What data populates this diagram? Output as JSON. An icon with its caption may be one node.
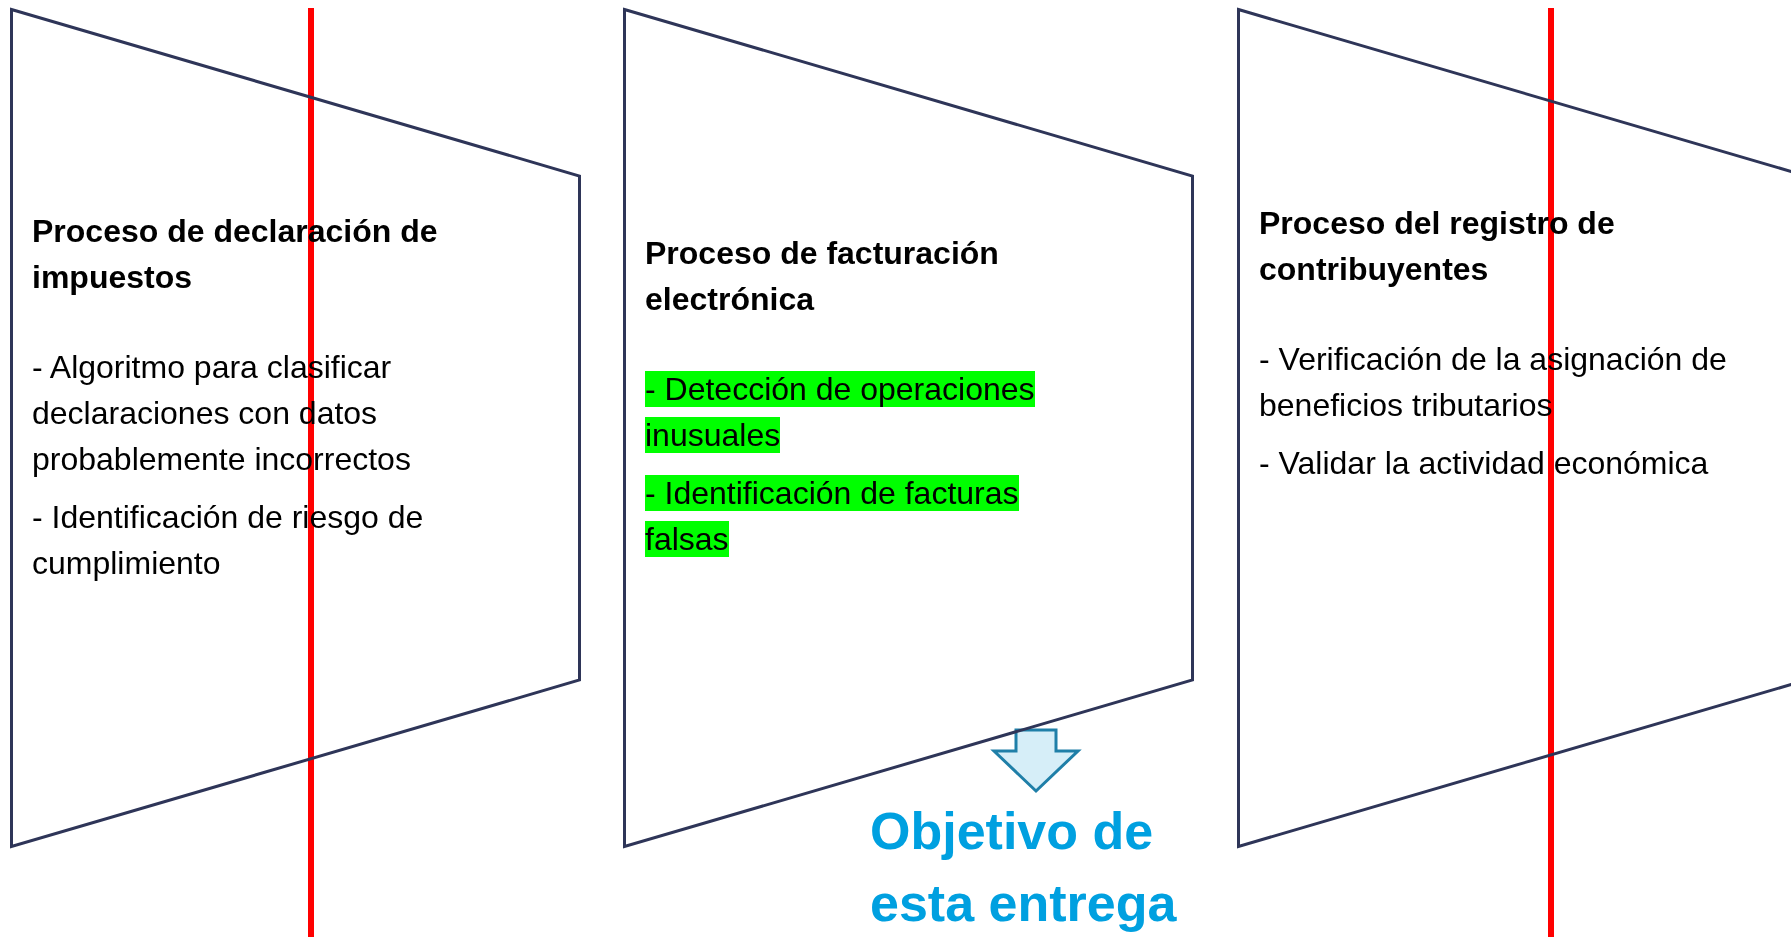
{
  "diagram": {
    "nodes": [
      {
        "text": [
          "Proceso de declaración de impuestos",
          "- Algoritmo para clasificar declaraciones con datos probablemente incorrectos",
          "- Identificación de riesgo de cumplimiento"
        ]
      },
      {
        "text": [
          "Proceso de facturación electrónica",
          "- Detección de operaciones inusuales",
          "- Identificación de facturas falsas"
        ]
      },
      {
        "text": [
          "Proceso del registro de contribuyentes",
          "- Verificación de la asignación de beneficios tributarios",
          "- Validar la actividad económica"
        ]
      },
      {
        "text": [
          "Objetivo de esta entrega"
        ]
      }
    ],
    "edges": [
      {
        "from": 1,
        "to": 3,
        "arrow": "to"
      }
    ]
  }
}
